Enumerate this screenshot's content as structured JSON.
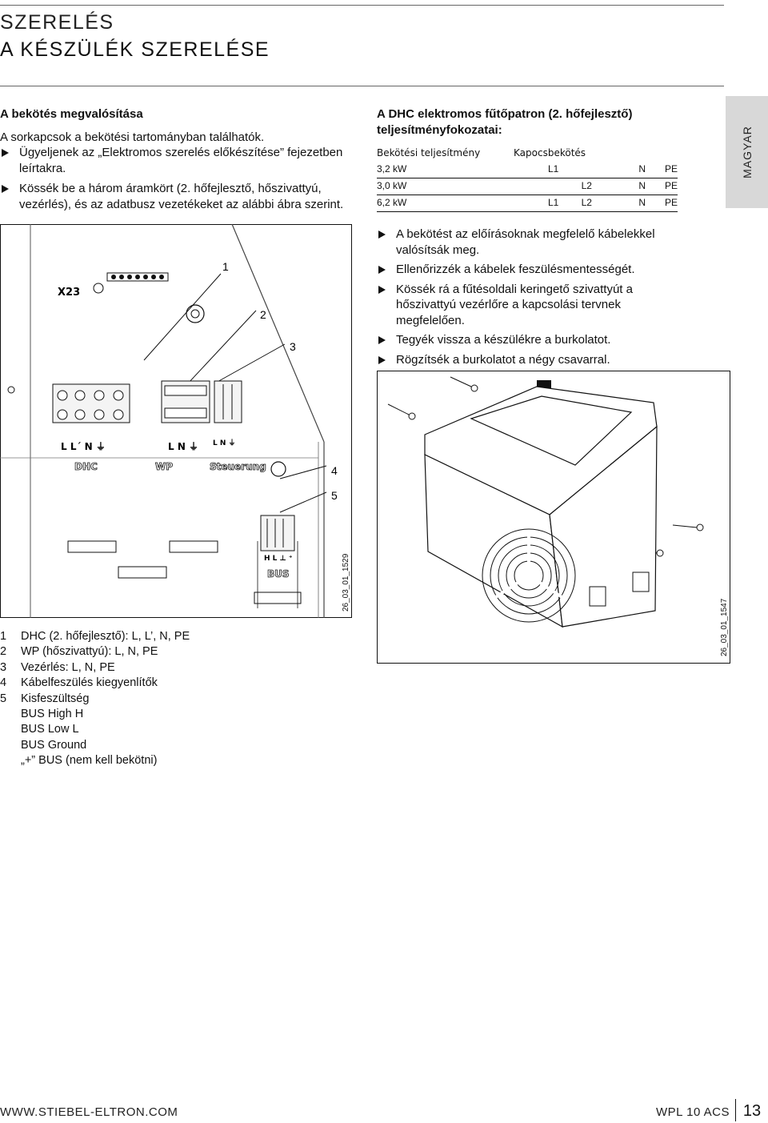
{
  "header": {
    "section": "SZERELÉS",
    "title": "A KÉSZÜLÉK SZERELÉSE"
  },
  "side_tab": "MAGYAR",
  "left_text": {
    "heading": "A bekötés megvalósítása",
    "intro": "A sorkapcsok a bekötési tartományban találhatók.",
    "bullets": [
      "Ügyeljenek az „Elektromos szerelés előkészítése” fejezetben leírtakra.",
      "Kössék be a három áramkört (2. hőfejlesztő, hőszivattyú, vezérlés), és az adatbusz vezetékeket az alábbi ábra szerint."
    ]
  },
  "right_text": {
    "heading": "A DHC elektromos fűtőpatron (2. hőfejlesztő) teljesítményfokozatai:",
    "table": {
      "col1_header": "Bekötési teljesítmény",
      "col2_header": "Kapocsbekötés",
      "rows": [
        {
          "power": "3,2 kW",
          "l1": "L1",
          "l2": "",
          "n": "N",
          "pe": "PE"
        },
        {
          "power": "3,0 kW",
          "l1": "",
          "l2": "L2",
          "n": "N",
          "pe": "PE"
        },
        {
          "power": "6,2 kW",
          "l1": "L1",
          "l2": "L2",
          "n": "N",
          "pe": "PE"
        }
      ]
    },
    "bullets": [
      "A bekötést az előírásoknak megfelelő kábelekkel valósítsák meg.",
      "Ellenőrizzék a kábelek feszülésmentességét.",
      "Kössék rá a fűtésoldali keringető szivattyút a hőszivattyú vezérlőre a kapcsolási tervnek megfelelően.",
      "Tegyék vissza a készülékre a burkolatot.",
      "Rögzítsék a burkolatot a négy csavarral."
    ]
  },
  "diagram_left": {
    "label_x23": "X23",
    "callouts": [
      "1",
      "2",
      "3",
      "4",
      "5"
    ],
    "term_labels_dhc": "L  L´  N  ⏚",
    "term_labels_wp": "L  N  ⏚",
    "term_labels_steuer": "L N ⏚",
    "group_dhc": "DHC",
    "group_wp": "WP",
    "group_steuerung": "Steuerung",
    "bus_pins": "H L ⊥ ⁺",
    "bus_label": "BUS",
    "figure_id": "26_03_01_1529"
  },
  "diagram_right": {
    "figure_id": "26_03_01_1547"
  },
  "legend": [
    {
      "n": "1",
      "text": "DHC (2. hőfejlesztő): L, L’, N, PE"
    },
    {
      "n": "2",
      "text": "WP (hőszivattyú): L, N, PE"
    },
    {
      "n": "3",
      "text": "Vezérlés: L, N, PE"
    },
    {
      "n": "4",
      "text": "Kábelfeszülés kiegyenlítők"
    },
    {
      "n": "5",
      "text": "Kisfeszültség"
    },
    {
      "n": "",
      "text": "BUS High  H"
    },
    {
      "n": "",
      "text": "BUS Low  L"
    },
    {
      "n": "",
      "text": "BUS Ground"
    },
    {
      "n": "",
      "text": "„+” BUS (nem kell bekötni)"
    }
  ],
  "footer": {
    "website": "WWW.STIEBEL-ELTRON.COM",
    "product": "WPL 10 ACS",
    "page": "13"
  }
}
